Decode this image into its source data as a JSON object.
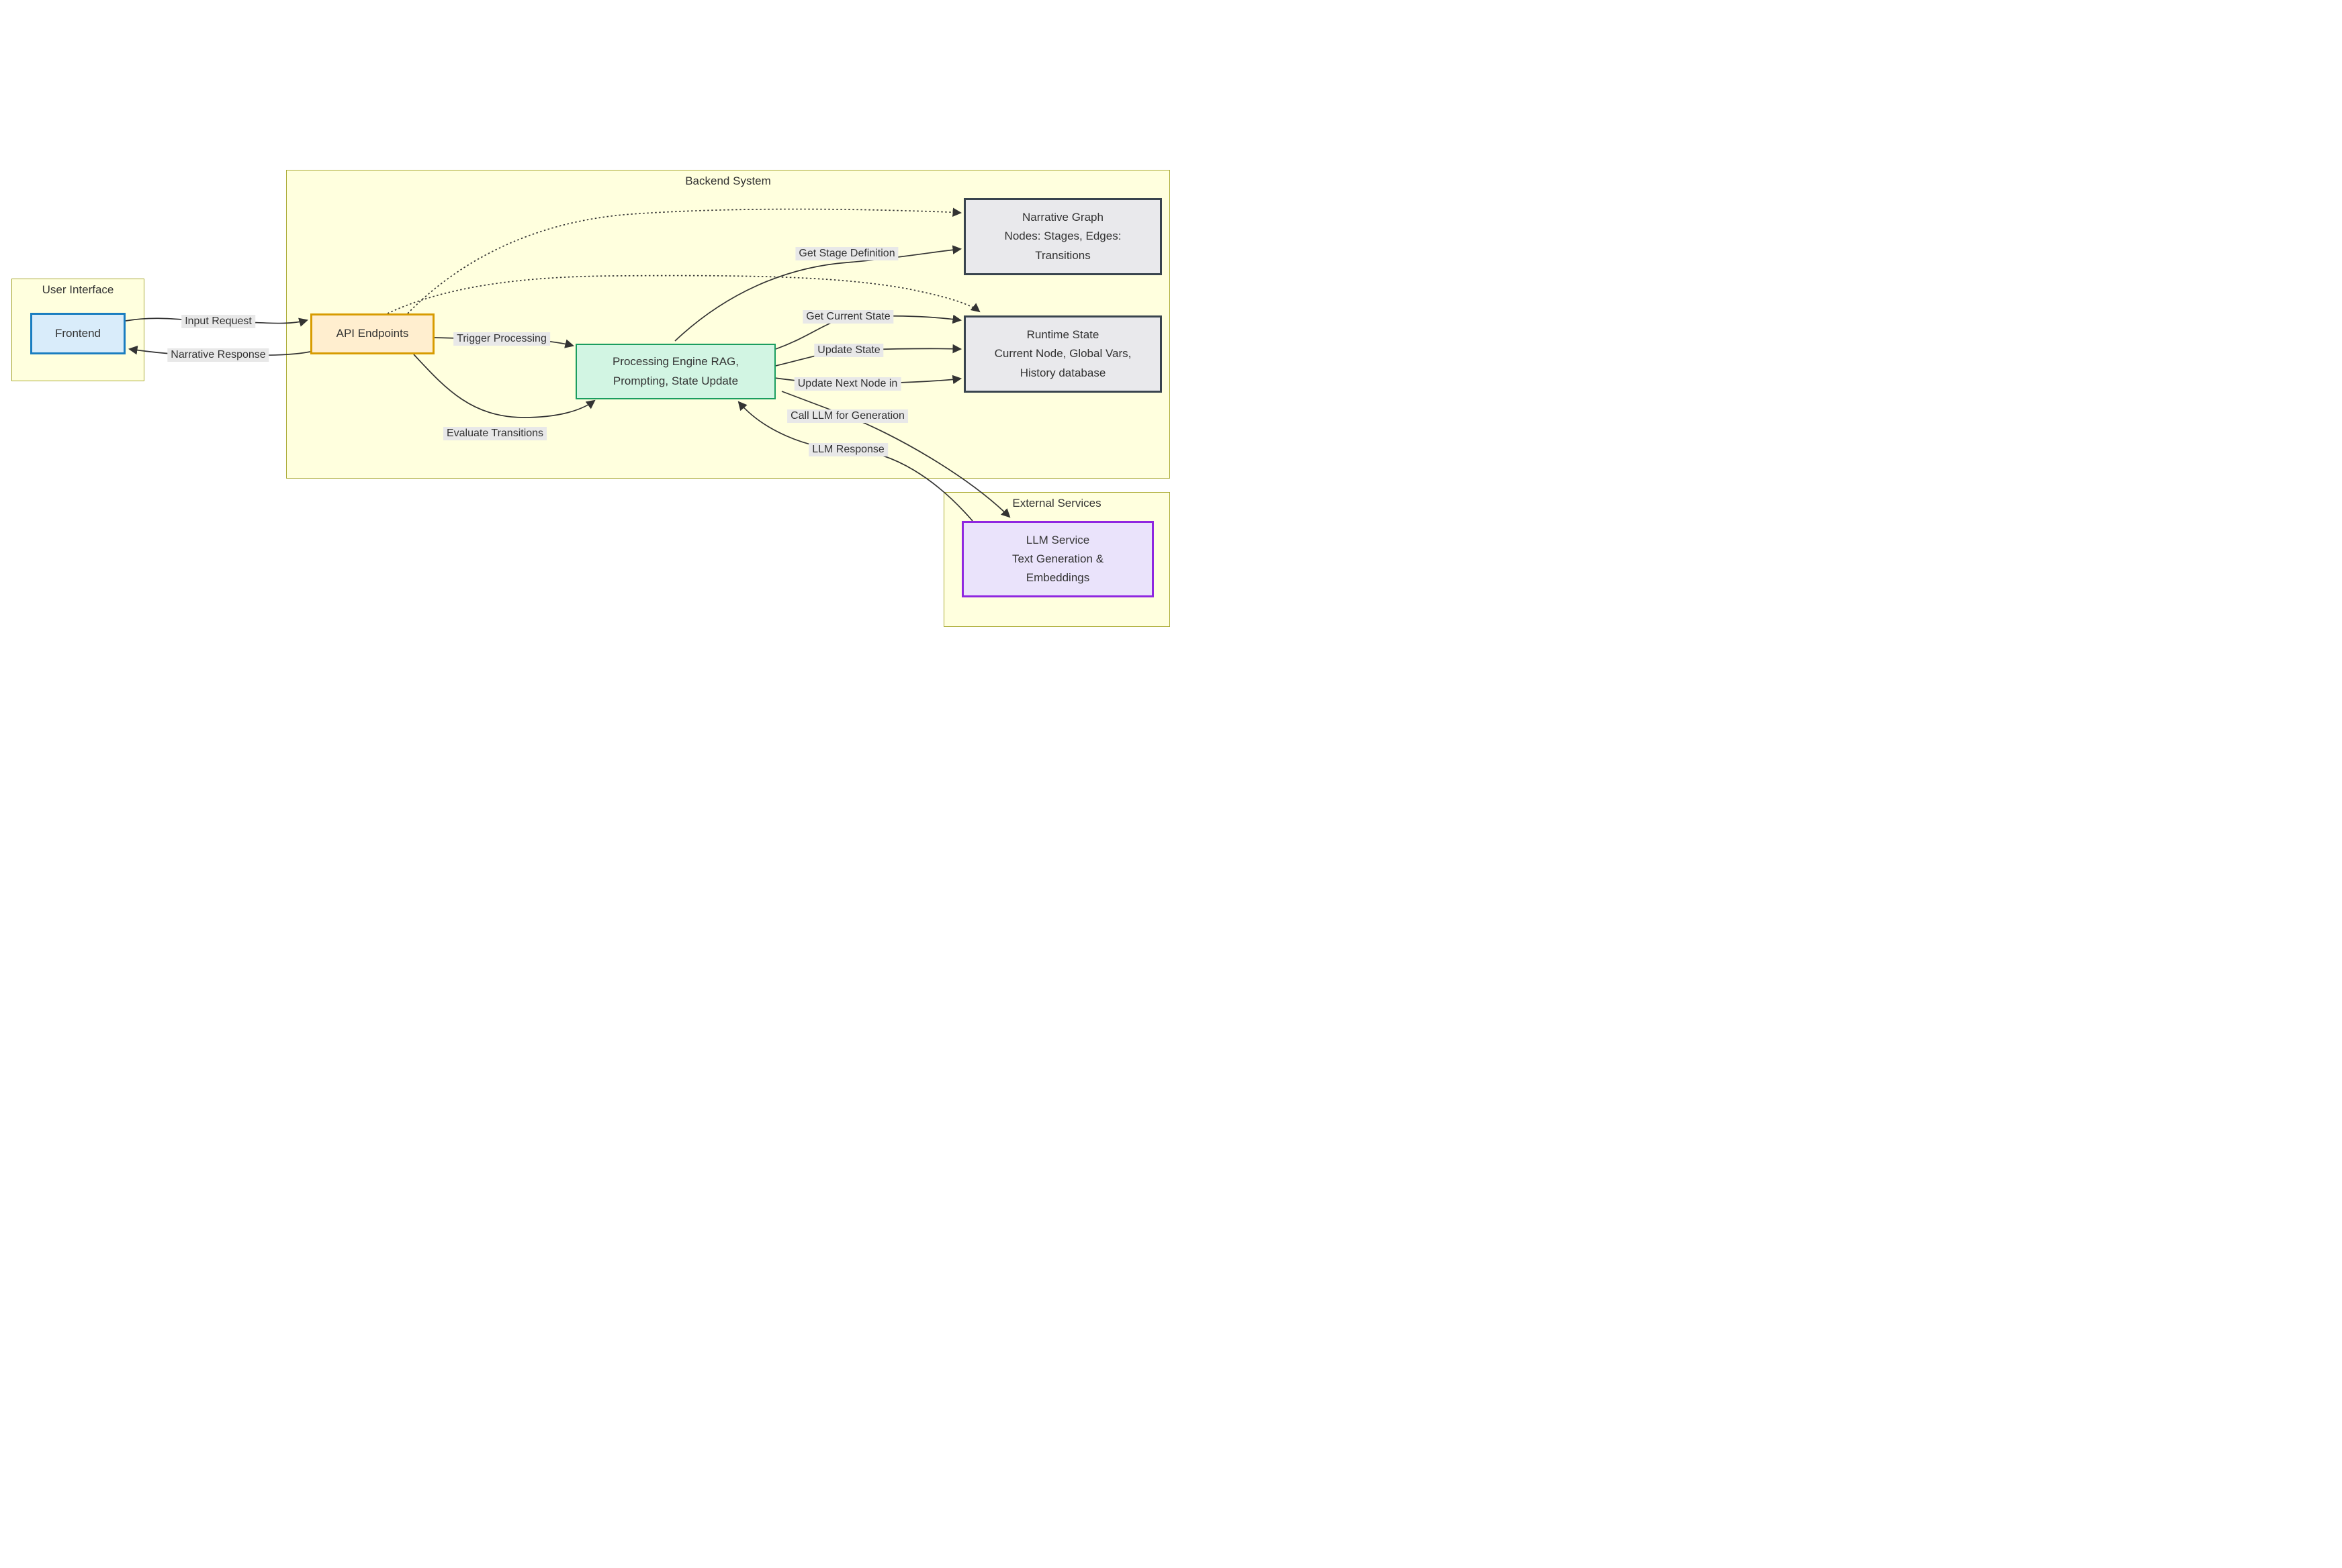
{
  "diagram": {
    "type": "flowchart",
    "subgraphs": {
      "user_interface": {
        "title": "User Interface"
      },
      "backend": {
        "title": "Backend System"
      },
      "external": {
        "title": "External Services"
      }
    },
    "nodes": {
      "frontend": {
        "label": "Frontend"
      },
      "api": {
        "label": "API Endpoints"
      },
      "processing": {
        "label": "Processing Engine RAG,\nPrompting, State Update"
      },
      "narrative": {
        "label": "Narrative Graph\nNodes: Stages, Edges:\nTransitions"
      },
      "runtime": {
        "label": "Runtime State\nCurrent Node, Global Vars,\nHistory database"
      },
      "llm": {
        "label": "LLM Service\nText Generation &\nEmbeddings"
      }
    },
    "edges": [
      {
        "from": "frontend",
        "to": "api",
        "label": "Input Request",
        "style": "solid"
      },
      {
        "from": "api",
        "to": "frontend",
        "label": "Narrative Response",
        "style": "solid"
      },
      {
        "from": "api",
        "to": "processing",
        "label": "Trigger Processing",
        "style": "solid"
      },
      {
        "from": "api",
        "to": "processing",
        "label": "Evaluate Transitions",
        "style": "solid"
      },
      {
        "from": "processing",
        "to": "narrative",
        "label": "Get Stage Definition",
        "style": "solid"
      },
      {
        "from": "processing",
        "to": "runtime",
        "label": "Get Current State",
        "style": "solid"
      },
      {
        "from": "processing",
        "to": "runtime",
        "label": "Update State",
        "style": "solid"
      },
      {
        "from": "processing",
        "to": "runtime",
        "label": "Update Next Node in",
        "style": "solid"
      },
      {
        "from": "processing",
        "to": "llm",
        "label": "Call LLM for Generation",
        "style": "solid"
      },
      {
        "from": "llm",
        "to": "processing",
        "label": "LLM Response",
        "style": "solid"
      },
      {
        "from": "api",
        "to": "narrative",
        "label": "",
        "style": "dotted"
      },
      {
        "from": "api",
        "to": "runtime",
        "label": "",
        "style": "dotted"
      }
    ],
    "colors": {
      "canvas_bg": "#ffffff",
      "subgraph_fill": "#ffffde",
      "subgraph_border": "#aaaa33",
      "edge_color": "#333333",
      "edge_label_bg": "#e8e8e8",
      "text": "#333333",
      "frontend_fill": "#d9ecfa",
      "frontend_border": "#1a7dc0",
      "api_fill": "#ffeecf",
      "api_border": "#d79b00",
      "processing_fill": "#d2f5e3",
      "processing_border": "#1b9e5f",
      "datastore_fill": "#e9e9ec",
      "datastore_border": "#39444e",
      "llm_fill": "#eae3fb",
      "llm_border": "#8f27e0"
    }
  }
}
